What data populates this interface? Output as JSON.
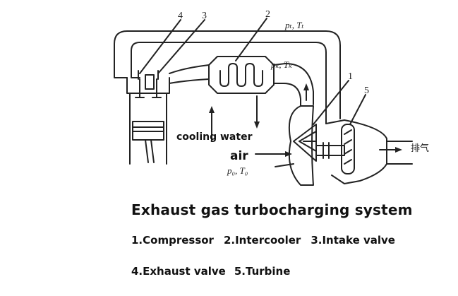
{
  "diagram": {
    "labels": {
      "cooling_water": "cooling water",
      "air": "air",
      "p0_T0": "p₀, T₀",
      "pk_Tk": "pₖ, Tₖ",
      "pt_Tt": "pₜ, Tₜ",
      "exhaust": "排气"
    },
    "callouts": [
      "1",
      "2",
      "3",
      "4",
      "5"
    ]
  },
  "caption": {
    "title": "Exhaust gas turbocharging system",
    "legend_row1": [
      "1.Compressor",
      "2.Intercooler",
      "3.Intake valve"
    ],
    "legend_row2": [
      "4.Exhaust valve",
      "5.Turbine"
    ]
  }
}
